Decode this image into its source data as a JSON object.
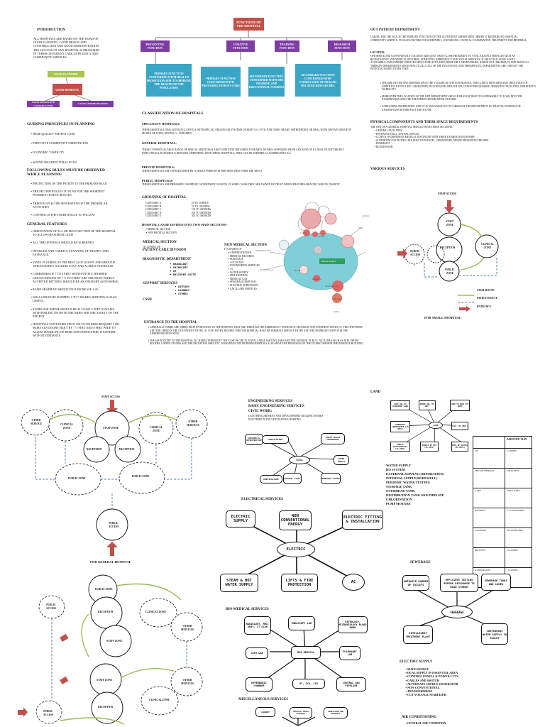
{
  "functions": {
    "title": "FUNCTIONS OF THE HOSPITAL",
    "categories": [
      "PREVENTIVE FUNCTION",
      "CURATIVE FUNCTION",
      "TRAINING FUNCTION",
      "RESEARCH FUNCTION"
    ],
    "details": [
      "PRIMARY FUNCTION CONCERNED WITH HEALTH PROMOTION AIM- TO IMPROVE THE HEALTH OF THE POPULATION",
      "PRIMARY FUNCTION CONCERNED WITH PROVIDING PATIENT CARE",
      "SECONDARY FUNCTION CONCERNED WITH THE TRAINING AND EDUCATIONAL COURSES",
      "SECONDARY FUNCTION CONCERNED WITH CONDUCTION OF HEALTH RELATED RESEARCHES"
    ]
  },
  "introduction": {
    "heading": "INTRODUCTION",
    "text": "ALL HOSPITALS ARE BASED ON THE TRIAD OF GOOD PLANNING, GOOD DESIGN AND CONSTRUCTION AND GOOD ADMINISTRATION. THE SUCCESS OF ANY HOSPITAL IS MEASURED IN TERMS OF PATIENT CARE, EFFICIENCY AND COMMUNITY SERVICES."
  },
  "triad": {
    "top": "GOOD PLANNING",
    "center": "GOOD HOSPITAL",
    "left": "GOOD DESIGN AND CONSTRUCTION",
    "right": "GOOD ADMINISTRATION"
  },
  "guiding": {
    "heading": "GUIDING PRINCIPLES IN PLANNING",
    "items": [
      "HIGH QUALITY PATIENT CARE",
      "EFFECTIVE COMMUNITY ORIENTATION",
      "ECONOMIC VIABILITY",
      "SOUND ARCHITECTURAL PLAN"
    ]
  },
  "rules": {
    "heading": "FOLLOWING RULES MUST BE OBSERVED WHILE PLANNING",
    "items": [
      "PROTECTION OF THE PATIENT IS THE PRIMARY RULE",
      "THE SECOND RULE IS TO PLAN FOR THE SHORTEST POSSIBLE TRAFFIC ROUTES",
      "THIRD RULE IS THE SEPARATION OF THE DISSIMILAR ACTIVITIES",
      "CONTROL IS THE FOURTH RULE TO FOLLOW"
    ]
  },
  "features": {
    "heading": "GENERAL FEATURES",
    "items": [
      "ORIENTATION OF ALL OR MOST SECTION OF THE HOSPITAL TO ALLOW MAXIMUM LIGHT",
      "ALL THE OPENINGS SHOULD BE SCREENED.",
      "DETAILED AND CAREFUL PLANNING OF TRAFFIC AND ENTRANCE.",
      "VINYL FLOORING IS THE BEST AS IT IS SOFT AND SMOOTH WHICH MAKES WALKING EASY AND ALMOST NOISELESS.",
      "CORRIDORS OF 7 TO 8 FEET WIDTH WITH A FINISHED CEILING HEIGHT OF 7 ½ TO 8 FEET ARE THE MOST WIDELY ACCEPTED PATTERN, SHOULD BE AS STRAIGHT AS POSSIBLE.",
      "RAMP GRADIENT SHOULD NOT INCREASE 1:20.",
      "WALLS MUST BE DAMPED, 3 TO 7 INCHES SKIRTING IS ALSO USEFUL.",
      "STAIRCASE WIDTH SHOULD BE AT LEAST 5 FEET 8 INCHES WITH RAILING ON BOTH THE SIDES FOR THE SAFETY OF THE PATIENT.",
      "HOSPITALS WITH MORE THAN 250 TO 300 BEDS REQUIRE 3 OR MORE ELEVATORS SIZE 5 BY 7 ½ FEET AND 8 FEET WIDE TO ALLOW HANDLING OF BEDS AND STRETCHERS TOGETHER WITH ATTENDANTS."
    ]
  },
  "classification": {
    "heading": "CLASSIFICATION OF HOSPITALS",
    "speciality_title": "SPECIALITY HOSPITALS:",
    "speciality_text": "THESE HOSPITALS DEAL WITH EXCLUSIVELY WITH SPECIAL ORGANS OR SYSTEMS OF BODY E.G.- EYE; EAR; NOSE; HEART; ORTHOPEDICS OR DEAL WITH CERTAIN GROUP OF PEOPLE OR POPULATION E.G.- CHILDREN.",
    "general_title": "GENERAL HOSPITALS:",
    "general_text": "THESE CONSISTS A LARGE RANGE OF SPECIAL SERVICES & AIM TO PROVIDE TREATMENT FOR MEN, WOMEN SUFFERING FROM ANY KIND OF ILLNESS, EXCEPT HIGHLY INFECTIOUS & DANGEROUS DISEASES. DEPENDING UPON THESE HOSPITALS, THEY CAN BE FURTHER CLASSIFIED INTO AS:-",
    "private_title": "PRIVATE HOSPITALS:",
    "private_text": "THESE HOSPITALS ARE OWNED EITHER BY A SINGLE PERSON OR PARTNERS WHO FORM THE TRUST.",
    "public_title": "PUBLIC HOSPITALS:",
    "public_text": "THESE HOSPITALS ARE PRIMARILY OWNED BY GOVERNMENT AGENTS. IN SOME CASES THEY ARE OWNED BY TRUST WHICH PROVIDES HEALTH CARE ON CHARITY."
  },
  "grouping": {
    "heading": "GROUPING OF HOSPITAL",
    "rows": [
      [
        "CATEGORY A",
        "25 TO 50 BEDS"
      ],
      [
        "CATEGORY B",
        "51 TO 100 BEDS"
      ],
      [
        "CATEGORY C",
        "101 TO 200 BEDS"
      ],
      [
        "CATEGORY D",
        "201 TO 300 BEDS"
      ],
      [
        "CATEGORY E",
        "301 TO 500 BEDS"
      ]
    ],
    "divided": "HOSPITAL CAN BE DIVIDED INTO TWO MAIN SECTIONS:-",
    "divided_items": [
      "MEDICAL SECTION",
      "NON MEDICAL SECTION"
    ]
  },
  "sections": {
    "medical_title": "MEDICAL SECTION",
    "medical_sub": "IT CONSIST OF",
    "patient_care": "PATIENT CARE DIVISION",
    "diagnostic": "DIAGNOSTIC DEPARTMENT",
    "diagnostic_items": [
      "RADIOLOGY",
      "PATHOLOGY",
      "OT",
      "DELIVERY SUITE"
    ],
    "support": "SUPPORT SERVICES",
    "support_items": [
      "DIETARY",
      "LAUNDRY",
      "STORES"
    ],
    "cssd": "CSSD",
    "nonmedical_title": "NON MEDICAL SECTION",
    "nonmedical_sub": "IT CONSIST OF",
    "nonmedical_items": [
      "ADMINISTRATIVE",
      "MEDICAL RECORDS",
      "PURCHASE",
      "ACCOUNTS",
      "ENGINEERING SERVICES",
      "AC",
      "WATER SUPPLY",
      "FIRE FIGHTING",
      "MEDICAL GAS",
      "SEWERAGE DISPOSAL",
      "ELECTRIC SUBSTATION",
      "ANCILLARY SERVICES"
    ]
  },
  "entrance": {
    "heading": "ENTRANCE TO THE HOSPITAL",
    "items": [
      "GENERALLY THERE ARE THREE MAIN ENTRANCES TO THE HOSPITAL THAT ARE THROUGH THE EMERGENCY ENTRANCE, SECOND IS THE IN-PATIENT ENTRY I.E. THE OPD ENTRY AND THE THIRD IS THE OUT-PATIENT ENTRY I.E. O.P.D ENTRY. BESIDES THIS THE HOSPITAL HAS THE SEPARATE SERVICE ENTRY AND THE SEPARATE ENTRY FOR THE ADMINISTRATION WING.",
      "THE MAIN ENTRY TO THE HOSPITAL IS CHARACTERIZED BY THE EASE IN CIRCULATION, LARGE WAITING AREA AND THE GENERAL PUBLIC FACILITIES SUCH AS ATM, PHONE BOOTHS, COFFEE STANDS AND THE RECEPTION AREA ETC. NOWADAYS THE MODERN HOSPITALS ALSO HAVE THE PROVISION OF THE FLORIST SHOP IN THE HOSPITAL BUILDING."
    ]
  },
  "opd": {
    "heading": "OUT PATIENT DEPARTMENT",
    "text": "CARING FOR THE SICK IS THE PRIMARY FUNCTION OF THE OUTPATIENT DEPARTMENT; HERBY IT RENDERS AN ESSENTIAL COMMUNITY SERVICE. IT HAS FACILITIES FOR SCREENING, COUNSELING, CLINICAL EXAMINATION, TREATMENT AND REFERRAL.",
    "location_title": "LOCATION:",
    "location_text": "OPD SHOULD BE CONVENIENTLY LOCATED ADJACENT OR IN CLOSE PROXIMITY TO VITAL ADJUNCT SERVICES SUCH AS REGISTRATION AND MEDICAL RECORDS, ADMITTING, EMERGENCY AND SOCIAL SERVICES. IT SHOULD ALSO BE EASILY ACCESSIBLE AND SUPPORT SERVICES SHOULD BE AVAILABLE FROM THE LABORATORIES, RADIOLOGY, PHARMACY AND PHYSICAL THERAPY DEPARTMENTS SINCE PRACTICALLY ALL OF THE DIAGNOSTIC AND THERAPEUTIC DEPARTMENTS ARE USED BY THE PATIENTS DURING EVERY VISIT.",
    "items": [
      "THE SIZE OF THE OPD DEPENDS UPON THE VOLUME OF THE ATTENDANCE, THE CLINICS PROVIDED AND THE EXTENT OF OTHER FACILITIES LIKE LABORATORY, BLOOD BANK, HEALTH EDUCATION PROGRAMME, OPERATING FACILITIES, EMERGENCY WARDS ETC.",
      "MOREOVER THE LOCATION OF THE OPD DEPARTMENT SHOULD BE SUCH THAT IT IS IMPOSSIBLE TO LOOK INTO THE EXAMINATION AND THE TREATMENT ROOMS FROM OUTSIDE.",
      "ACREGARDS OBSERVATION WISE IT IS ADVISABLE NOT TO ARRANGE THE DEPARTMENT SO THAT ITS WINDOWS OF EXAMINATION ROOMS FACE THE SOUTH."
    ]
  },
  "physical": {
    "heading": "PHYSICAL COMPONENTS AND THEIR SPACE REQUIREMENTS",
    "sub": "THE OPD OF A GENERAL HOSPITAL SHOULD HAVE THESE SECTIONS:-",
    "items": [
      "GENERAL FACILITIES",
      "ENTRANCE HALL, WAITING SPACES",
      "CLINICS OF DIFFERENT MEDICAL DISCIPLINE WITH THEIR EXAMINATION ROOMS",
      "SUPPORTING FACILITIES LIKE INJECTION ROOM, LABORATORY, MINOR OPERATION THEATRE",
      "PHARMACY",
      "BLOOD BANK"
    ]
  },
  "various": {
    "heading": "VARIOUS SERVICES"
  },
  "bubble": {
    "labels": [
      "Administrative Block",
      "Medical Records",
      "Circulation",
      "Registration",
      "Out-patient Clinic",
      "Emergency",
      "Wards",
      "Inpatient",
      "Auxiliary",
      "Courses",
      "Kitchen"
    ],
    "center": "Medical/Surgical"
  },
  "small_hospital": {
    "title": "FOR SMALL HOSPITAL",
    "staff_access": "STAFF ACCESS",
    "staff_zone": "STAFF ZONE",
    "reception": "RECEPTION",
    "clinical_zone": "CLINICAL ZONE",
    "public_access": "PUBLIC ACCESS",
    "public_zone": "PUBLIC ZONE",
    "legend": [
      "STAFF ROUTE",
      "PATIENT ROUTE",
      "ENTRANCE"
    ]
  },
  "general_hospital": {
    "title": "FOR GENERAL HOSPITAL",
    "staff_access": "STAFF ACCESS",
    "other_services": "OTHER SERVICE",
    "other_services2": "OTHER SERVICES",
    "clinical_zone": "CLINICAL ZONE",
    "staff_zone": "STAFF ZONE",
    "reception": "RECEPTION",
    "public_zone": "PUBLIC ZONE",
    "public_access": "PUBLIC ACCESS"
  },
  "engineering": {
    "heading1": "ENGINEERING SERVICES",
    "heading2": "BASIC ENGINEERING SERVICES",
    "civil": "CIVIL WORK:",
    "civil_text": "LAND PROCUREMENT AND DEVELOPMENT BUILDING WORKS ELECTRIFICATION,VENTILATION,LIGHTING",
    "nodes": [
      "BUILDING & INFRASTRUCTURE",
      "VENTILATION",
      "PUBLIC HEALTH ENGINEERING",
      "WATER SUPPLY",
      "CIVIL",
      "HORTICULTURE",
      "NATURAL LIGHT",
      "SEWERAGE SYSTEM"
    ]
  },
  "land": {
    "heading": "LAND",
    "nodes": [
      "COST VOL OF ACQUIRING LAND",
      "SHAPE VOL (IS ANY)",
      "LAND TO HOLD EXT AREA",
      "LAND",
      "FLAT (IS APPL)",
      "COMMUNITY CONVENIENCE (IS APPL)",
      "PUBLIC ACCESSIBILITY (IS APPL)",
      "RIGHTS OF WAY (IS APPL)",
      "EASE OF ACCESS (IS APPL)"
    ]
  },
  "water": {
    "items": [
      "WATER SUPPLY",
      "RO SYSTEM",
      "EXTERNAL SUPPLY(CORPORATION)",
      "INTERNAL SUPPLY(BOREWELL)",
      "PERIODIC WATER TESTING",
      "STORAGE TANK",
      "OVERHEAD TANK",
      "DISTRIBUTION TANK AND PIPELINE",
      "CHLORINATION",
      "PUMP MOTORS"
    ]
  },
  "water_table": {
    "header": "AMOUNT/ DAY",
    "rows": [
      [
        "OT:",
        "5 LITRES"
      ],
      [
        "PHYSIOTHERAPY",
        "500 LITRES"
      ],
      [
        "CAFE",
        "3000 LITRES"
      ],
      [
        "KITCHEN",
        "3-5 LITRES/BED"
      ],
      [
        "LAUNDRY",
        "30 LITRES/BED"
      ],
      [
        "PATIENTS",
        "15 LITRES"
      ],
      [
        "ATTENDANTS",
        "15 LITRES"
      ]
    ]
  },
  "electrical": {
    "heading": "ELECTRICAL SERVICES",
    "center": "ELECTRIC",
    "nodes": [
      "ELECTRIC SUPPLY",
      "NON CONVENTIONAL ENERGY",
      "ELECTRIC FITTING & INSTALLATION",
      "STEAM & HOT WATER SUPPLY",
      "LIFTS & FIRE PROTECTION",
      "AC"
    ]
  },
  "sewerage": {
    "heading": "SEWERAGE",
    "center": "SEWERAGE",
    "nodes": [
      "ADEQUATE NUMBER OF TOILETS",
      "EFFICIENT TESTING BEFORE DISCHARGE TO MAIN STREAM",
      "SEWERAGE TANKS AND LINES",
      "INTELLIGENT TREATMENT PLANT",
      "CONTINUOUS WATER SUPPLY IN TOILET"
    ]
  },
  "biomedical": {
    "heading": "BIO-MEDICAL SERVICES",
    "center": "BIO MEDICAL",
    "nodes": [
      "RADIOLOGY, MRI, XRAY, CT SCAN",
      "ENDOSCOPY LAB",
      "PATHOLOGY, MICROBIOLOGY BLOOD BANK",
      "CATH LAB",
      "PULMONARY LAB",
      "HYPERBARIC CHAMBER",
      "OT, ICU, CCU",
      "CENTRAL GAS PIPELINE"
    ]
  },
  "misc": {
    "heading": "MISCELLANEOUS SERVICES",
    "nodes": [
      "LAUNDRY",
      "HOSPITAL WASTE DISPOSAL",
      "SANITATION AND SECURITY"
    ]
  },
  "electric_supply": {
    "heading": "ELECTRIC SUPPLY",
    "items": [
      "MAIN SOURCE",
      "DUAL SUPPLY IN ESSENTIAL AREA",
      "CONTROL PANELS & POWER CUTS",
      "CABLES AND SWITCH",
      "ALTERNATE SOURCE GENERATOR",
      "NON-CONVENTIONAL",
      "TRANSFORMERS",
      "CUT/VOLTAGE STABLIZER"
    ]
  },
  "ac": {
    "heading": "AIR CONDITIONING",
    "items": [
      "CENTRAL AIR CONDITION"
    ]
  },
  "general_hospital2": {
    "public_zone": "PUBLIC ZONE",
    "reception": "RECEPTION",
    "clinical_zone": "CLINICAL ZONE",
    "staff_zone": "STAFF ZONE",
    "other_services": "OTHER SERVICES",
    "public_access": "PUBLIC ACCESS"
  }
}
